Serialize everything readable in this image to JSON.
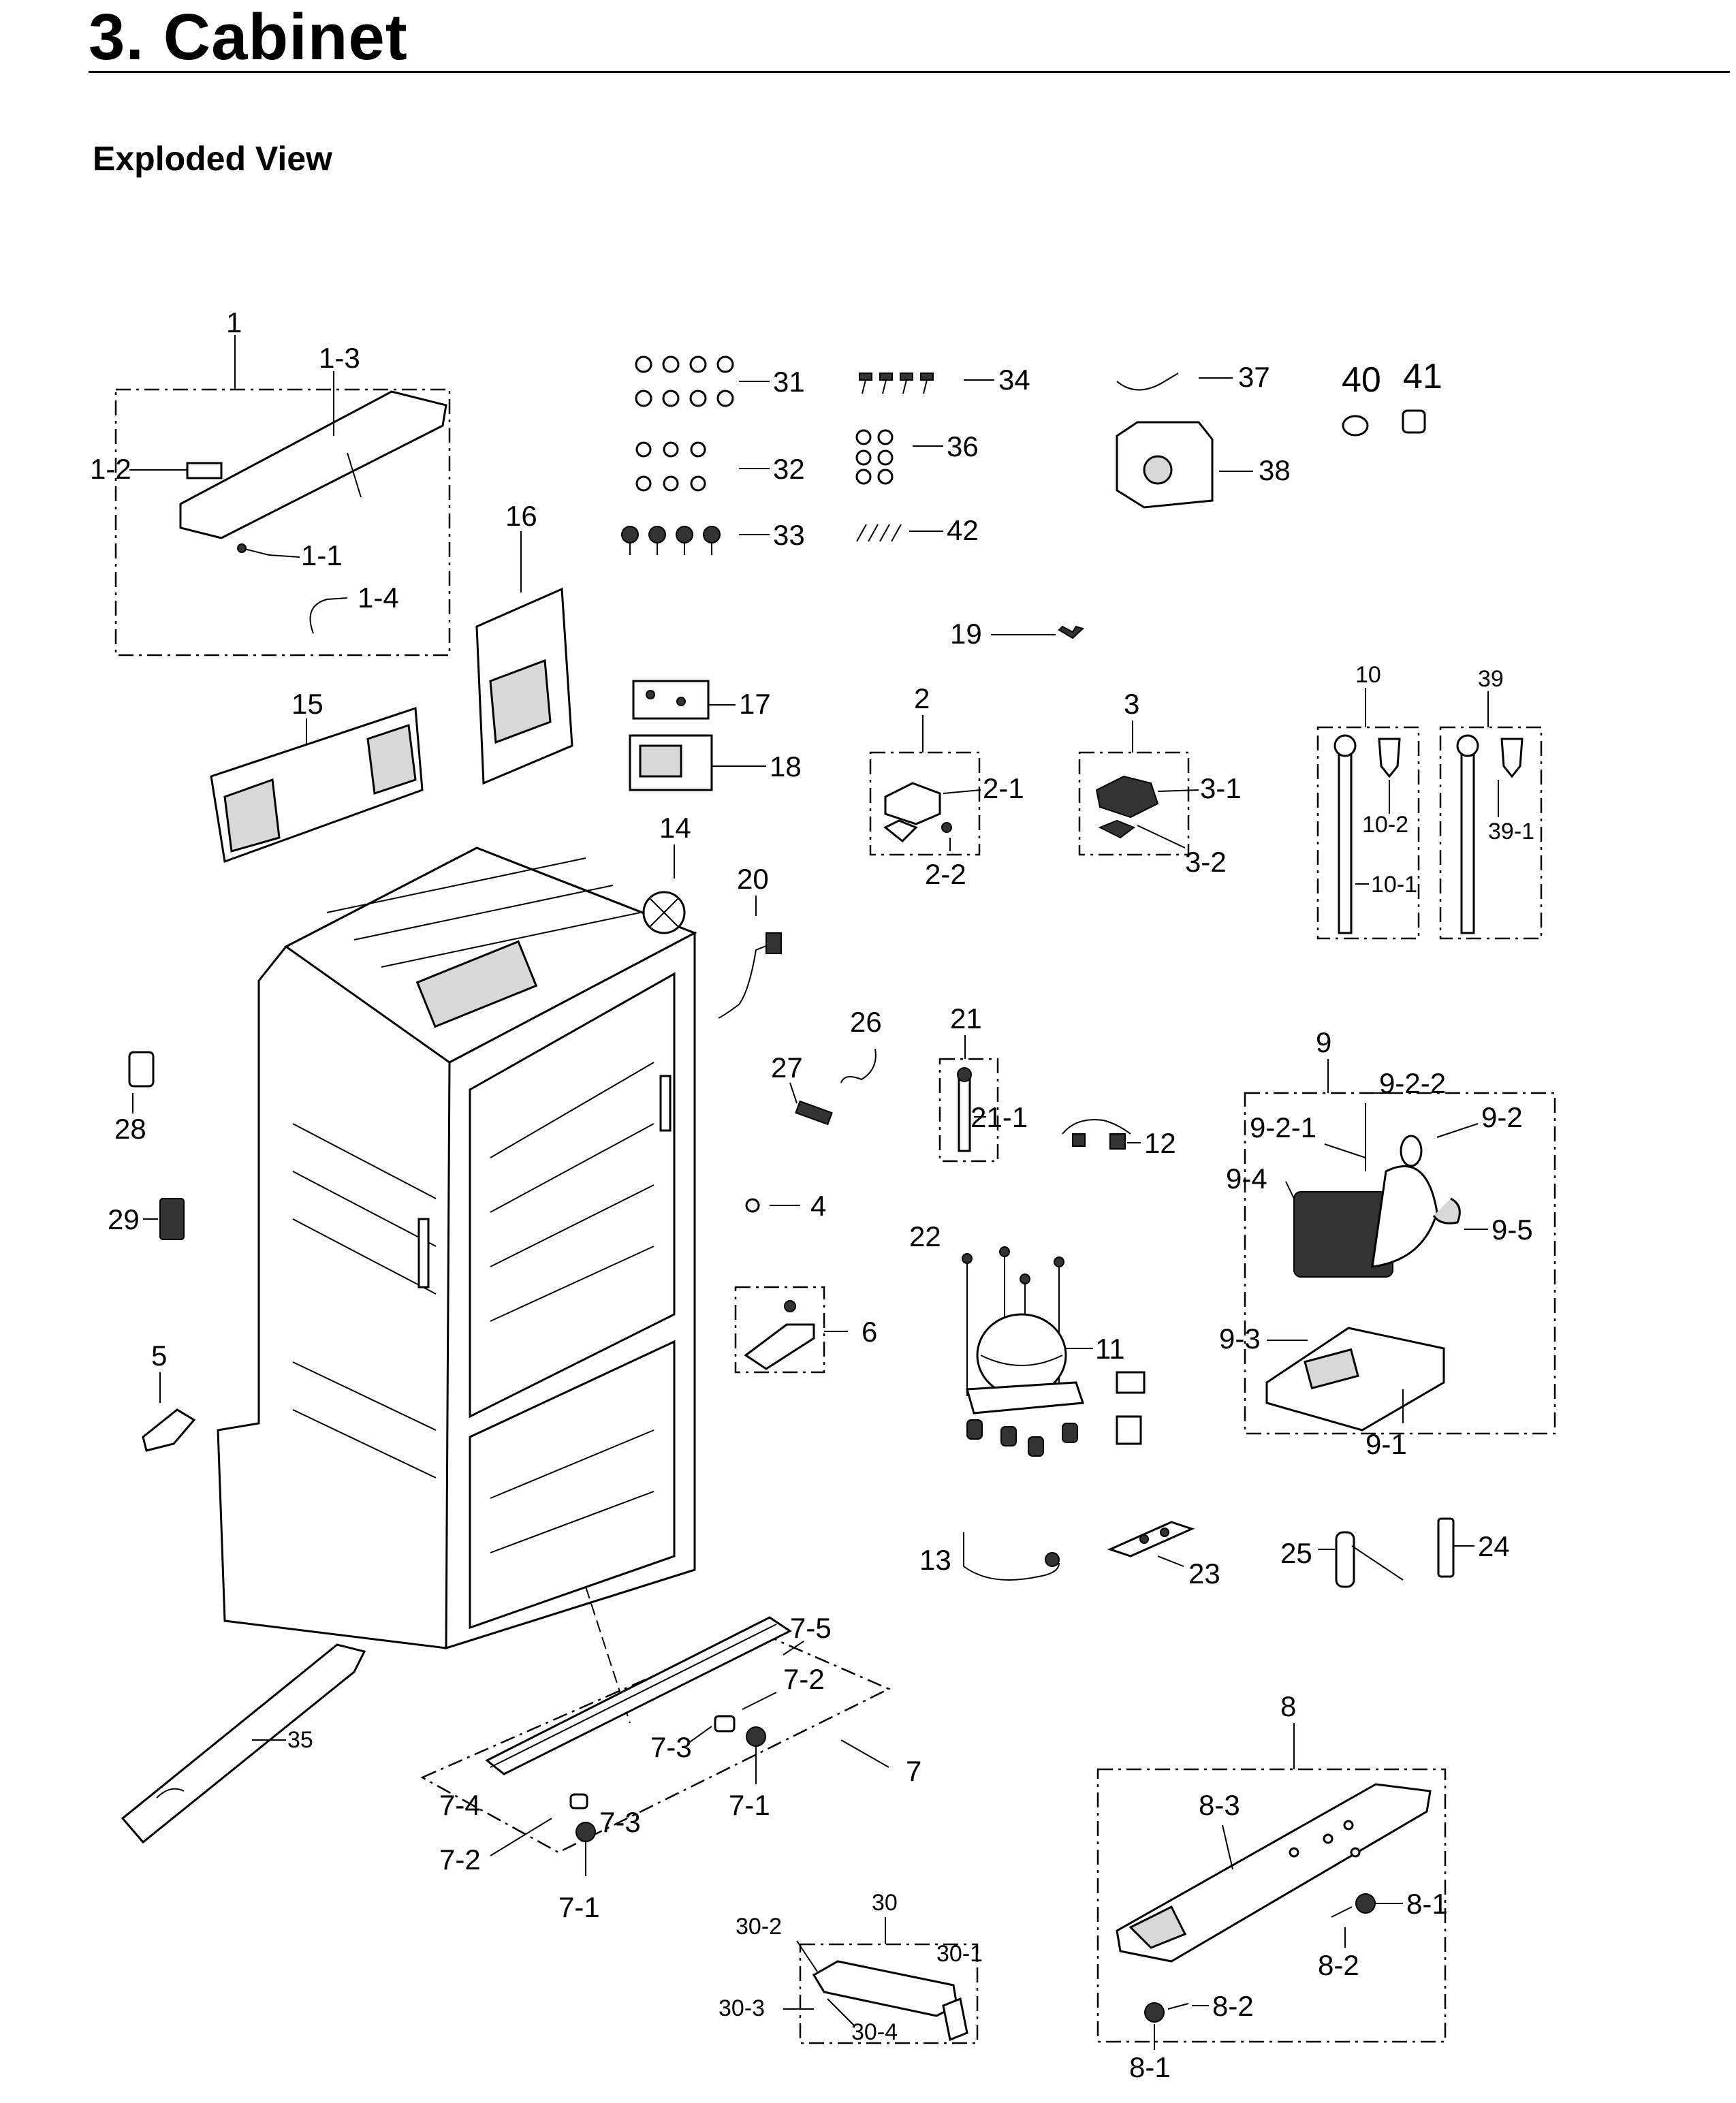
{
  "header": {
    "title": "3.  Cabinet",
    "subtitle": "Exploded View"
  },
  "labels": {
    "l1": "1",
    "l1_1": "1-1",
    "l1_2": "1-2",
    "l1_3": "1-3",
    "l1_4": "1-4",
    "l2": "2",
    "l2_1": "2-1",
    "l2_2": "2-2",
    "l3": "3",
    "l3_1": "3-1",
    "l3_2": "3-2",
    "l4": "4",
    "l5": "5",
    "l6": "6",
    "l7": "7",
    "l7_1a": "7-1",
    "l7_1b": "7-1",
    "l7_2a": "7-2",
    "l7_2b": "7-2",
    "l7_3a": "7-3",
    "l7_3b": "7-3",
    "l7_4": "7-4",
    "l7_5": "7-5",
    "l8": "8",
    "l8_1a": "8-1",
    "l8_1b": "8-1",
    "l8_2a": "8-2",
    "l8_2b": "8-2",
    "l8_3": "8-3",
    "l9": "9",
    "l9_1": "9-1",
    "l9_2": "9-2",
    "l9_2_1": "9-2-1",
    "l9_2_2": "9-2-2",
    "l9_3": "9-3",
    "l9_4": "9-4",
    "l9_5": "9-5",
    "l10": "10",
    "l10_1": "10-1",
    "l10_2": "10-2",
    "l11": "11",
    "l12": "12",
    "l13": "13",
    "l14": "14",
    "l15": "15",
    "l16": "16",
    "l17": "17",
    "l18": "18",
    "l19": "19",
    "l20": "20",
    "l21": "21",
    "l21_1": "21-1",
    "l22": "22",
    "l23": "23",
    "l24": "24",
    "l25": "25",
    "l26": "26",
    "l27": "27",
    "l28": "28",
    "l29": "29",
    "l30": "30",
    "l30_1": "30-1",
    "l30_2": "30-2",
    "l30_3": "30-3",
    "l30_4": "30-4",
    "l31": "31",
    "l32": "32",
    "l33": "33",
    "l34": "34",
    "l35": "35",
    "l36": "36",
    "l37": "37",
    "l38": "38",
    "l39": "39",
    "l39_1": "39-1",
    "l40": "40",
    "l41": "41",
    "l42": "42"
  }
}
